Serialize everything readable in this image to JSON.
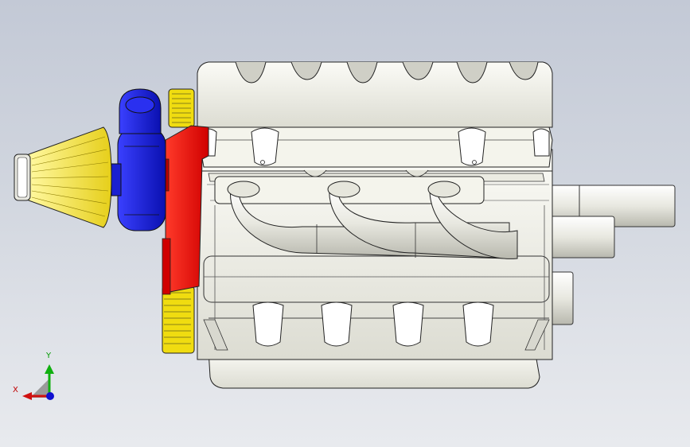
{
  "viewport": {
    "background_top": "#c3c9d6",
    "background_bottom": "#e8eaee"
  },
  "model": {
    "parts": [
      {
        "name": "air-filter",
        "color": "#f5e640"
      },
      {
        "name": "turbocharger",
        "color": "#1a20e0"
      },
      {
        "name": "front-cover",
        "color": "#ee1010"
      },
      {
        "name": "timing-pulley",
        "color": "#f0dc10"
      },
      {
        "name": "engine-block",
        "color": "#f2f2ea"
      },
      {
        "name": "exhaust-manifold",
        "color": "#f2f2ea"
      }
    ]
  },
  "triad": {
    "x_label": "X",
    "y_label": "Y",
    "x_color": "#d01010",
    "y_color": "#10b010",
    "z_color": "#1010d0"
  }
}
